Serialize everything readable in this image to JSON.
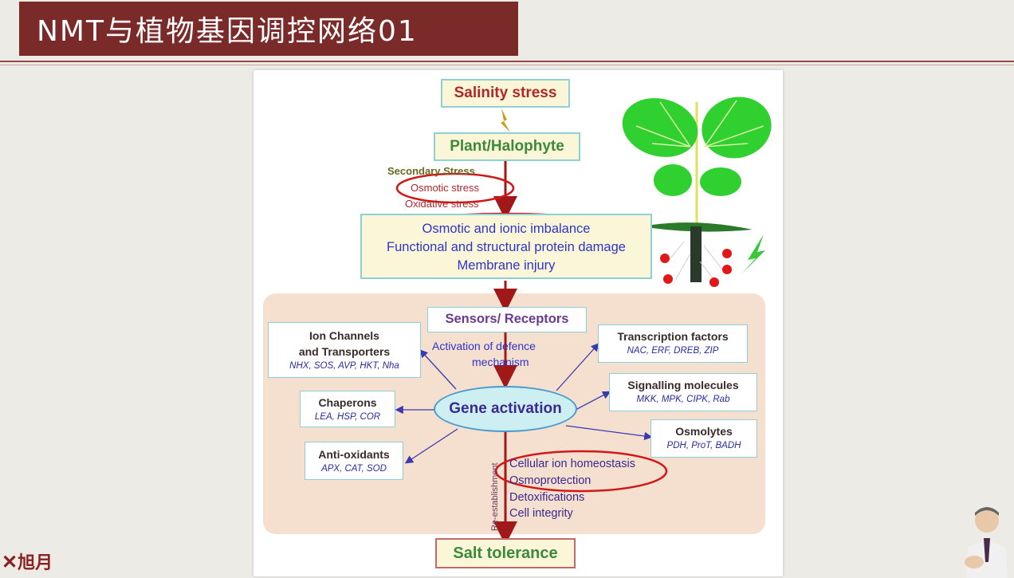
{
  "header": {
    "title": "NMT与植物基因调控网络01"
  },
  "diagram": {
    "salinity_stress": "Salinity stress",
    "plant": "Plant/Halophyte",
    "secondary_stress": "Secondary Stress",
    "osmotic_stress": "Osmotic stress",
    "oxidative_stress": "Oxidative stress",
    "imbalance_lines": [
      "Osmotic and ionic imbalance",
      "Functional and structural protein damage",
      "Membrane injury"
    ],
    "sensors": "Sensors/ Receptors",
    "activation_lines": [
      "Activation of defence",
      "mechanism"
    ],
    "gene_activation": "Gene activation",
    "ion_channels": {
      "title_lines": [
        "Ion Channels",
        "and Transporters"
      ],
      "items": "NHX, SOS, AVP, HKT, Nha"
    },
    "chaperons": {
      "title": "Chaperons",
      "items": "LEA, HSP, COR"
    },
    "antioxidants": {
      "title": "Anti-oxidants",
      "items": "APX, CAT, SOD"
    },
    "transcription": {
      "title": "Transcription factors",
      "items": "NAC, ERF, DREB, ZIP"
    },
    "signalling": {
      "title": "Signalling molecules",
      "items": "MKK, MPK, CIPK, Rab"
    },
    "osmolytes": {
      "title": "Osmolytes",
      "items": "PDH, ProT, BADH"
    },
    "reestablishment": "Re-establishment",
    "outcomes": [
      "Cellular ion homeostasis",
      "Osmoprotection",
      "Detoxifications",
      "Cell integrity"
    ],
    "salt_tolerance": "Salt tolerance"
  },
  "logo": {
    "text": "旭月"
  },
  "colors": {
    "title_bg": "#7b2a2a",
    "panel": "#f5dfcf",
    "arrow_red": "#a01818",
    "highlight_red": "#d01818",
    "leaf_green": "#2fd02f"
  }
}
